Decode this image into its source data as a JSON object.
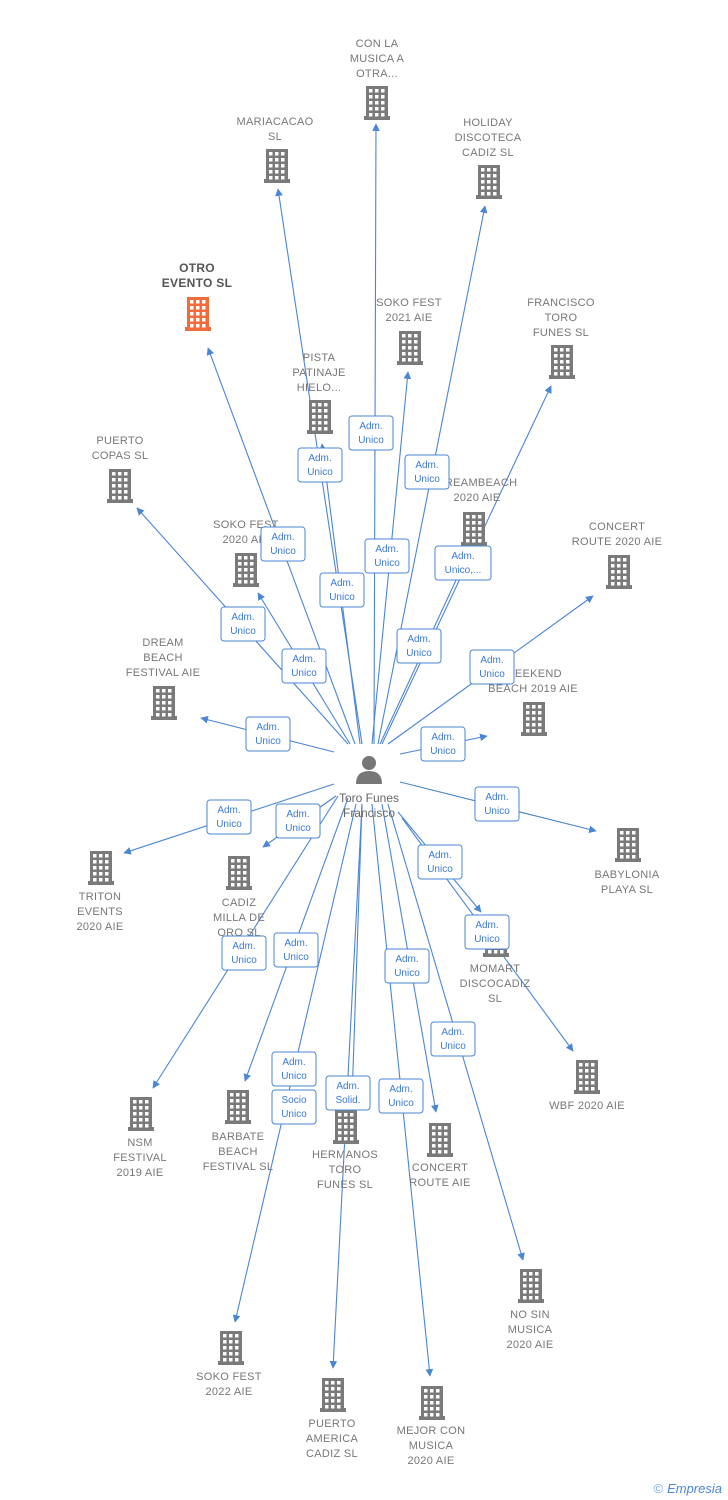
{
  "center": {
    "name_lines": [
      "Toro Funes",
      "Francisco"
    ],
    "icon": "person-icon"
  },
  "nodes": [
    {
      "id": "con-la-musica",
      "lines": [
        "CON LA",
        "MUSICA A",
        "OTRA..."
      ],
      "role_lines": [
        "Adm.",
        "Unico"
      ],
      "highlight": false
    },
    {
      "id": "mariacacao",
      "lines": [
        "MARIACACAO",
        "SL"
      ],
      "role_lines": [
        "Adm.",
        "Unico"
      ],
      "highlight": false
    },
    {
      "id": "holiday-discoteca",
      "lines": [
        "HOLIDAY",
        "DISCOTECA",
        "CADIZ  SL"
      ],
      "role_lines": [
        "Adm.",
        "Unico"
      ],
      "highlight": false
    },
    {
      "id": "otro-evento",
      "lines": [
        "OTRO",
        "EVENTO  SL"
      ],
      "role_lines": [
        "Adm.",
        "Unico"
      ],
      "highlight": true
    },
    {
      "id": "soko-fest-2021",
      "lines": [
        "SOKO FEST",
        "2021  AIE"
      ],
      "role_lines": [
        "Adm.",
        "Unico"
      ],
      "highlight": false
    },
    {
      "id": "francisco-toro-funes",
      "lines": [
        "FRANCISCO",
        "TORO",
        "FUNES  SL"
      ],
      "role_lines": [
        "Adm.",
        "Unico"
      ],
      "highlight": false
    },
    {
      "id": "pista-patinaje",
      "lines": [
        "PISTA",
        "PATINAJE",
        "HIELO..."
      ],
      "role_lines": [
        "Adm.",
        "Unico"
      ],
      "highlight": false
    },
    {
      "id": "puerto-copas",
      "lines": [
        "PUERTO",
        "COPAS  SL"
      ],
      "role_lines": [
        "Adm.",
        "Unico"
      ],
      "highlight": false
    },
    {
      "id": "dreambeach-2020",
      "lines": [
        "DREAMBEACH",
        "2020 AIE"
      ],
      "role_lines": [
        "Adm.",
        "Unico,..."
      ],
      "highlight": false
    },
    {
      "id": "soko-fest-2020",
      "lines": [
        "SOKO FEST",
        "2020  AIE"
      ],
      "role_lines": [
        "Adm.",
        "Unico"
      ],
      "highlight": false
    },
    {
      "id": "concert-route-2020",
      "lines": [
        "CONCERT",
        "ROUTE 2020 AIE"
      ],
      "role_lines": [
        "Adm.",
        "Unico"
      ],
      "highlight": false
    },
    {
      "id": "dream-beach-festival",
      "lines": [
        "DREAM",
        "BEACH",
        "FESTIVAL AIE"
      ],
      "role_lines": [
        "Adm.",
        "Unico"
      ],
      "highlight": false
    },
    {
      "id": "weekend-beach-2019",
      "lines": [
        "WEEKEND",
        "BEACH 2019 AIE"
      ],
      "role_lines": [
        "Adm.",
        "Unico"
      ],
      "highlight": false
    },
    {
      "id": "babylonia-playa",
      "lines": [
        "BABYLONIA",
        "PLAYA  SL"
      ],
      "role_lines": [
        "Adm.",
        "Unico"
      ],
      "highlight": false
    },
    {
      "id": "triton-events",
      "lines": [
        "TRITON",
        "EVENTS",
        "2020 AIE"
      ],
      "role_lines": [
        "Adm.",
        "Unico"
      ],
      "highlight": false
    },
    {
      "id": "cadiz-milla-de-oro",
      "lines": [
        "CADIZ",
        "MILLA DE",
        "ORO  SL"
      ],
      "role_lines": [
        "Adm.",
        "Unico"
      ],
      "highlight": false
    },
    {
      "id": "momart-discocadiz",
      "lines": [
        "MOMART",
        "DISCOCADIZ",
        "SL"
      ],
      "role_lines": [
        "Adm.",
        "Unico"
      ],
      "highlight": false
    },
    {
      "id": "wbf-2020",
      "lines": [
        "WBF 2020 AIE"
      ],
      "role_lines": [
        "Adm.",
        "Unico"
      ],
      "highlight": false
    },
    {
      "id": "nsm-festival",
      "lines": [
        "NSM",
        "FESTIVAL",
        "2019 AIE"
      ],
      "role_lines": [
        "Adm.",
        "Unico"
      ],
      "highlight": false
    },
    {
      "id": "barbate-beach",
      "lines": [
        "BARBATE",
        "BEACH",
        "FESTIVAL  SL"
      ],
      "role_lines": [
        "Adm.",
        "Unico"
      ],
      "highlight": false
    },
    {
      "id": "hermanos-toro-funes",
      "lines": [
        "HERMANOS",
        "TORO",
        "FUNES SL"
      ],
      "role_lines": [
        "Adm.",
        "Solid."
      ],
      "highlight": false
    },
    {
      "id": "concert-route-aie",
      "lines": [
        "CONCERT",
        "ROUTE  AIE"
      ],
      "role_lines": [
        "Adm.",
        "Unico"
      ],
      "highlight": false
    },
    {
      "id": "no-sin-musica",
      "lines": [
        "NO SIN",
        "MUSICA",
        "2020 AIE"
      ],
      "role_lines": [
        "Adm.",
        "Unico"
      ],
      "highlight": false
    },
    {
      "id": "soko-fest-2022",
      "lines": [
        "SOKO FEST",
        "2022 AIE"
      ],
      "role_lines": [
        "Adm.",
        "Unico"
      ],
      "highlight": false
    },
    {
      "id": "puerto-america",
      "lines": [
        "PUERTO",
        "AMERICA",
        "CADIZ  SL"
      ],
      "role_lines": [
        "Socio",
        "Unico"
      ],
      "highlight": false
    },
    {
      "id": "mejor-con-musica",
      "lines": [
        "MEJOR CON",
        "MUSICA",
        "2020  AIE"
      ],
      "role_lines": [
        "Adm.",
        "Unico"
      ],
      "highlight": false
    }
  ],
  "colors": {
    "edge": "#4a86d4",
    "building": "#7a7a7a",
    "building_highlight": "#f26b3a",
    "person": "#777777"
  },
  "footer": {
    "copyright_symbol": "©",
    "brand": "Empresia"
  }
}
